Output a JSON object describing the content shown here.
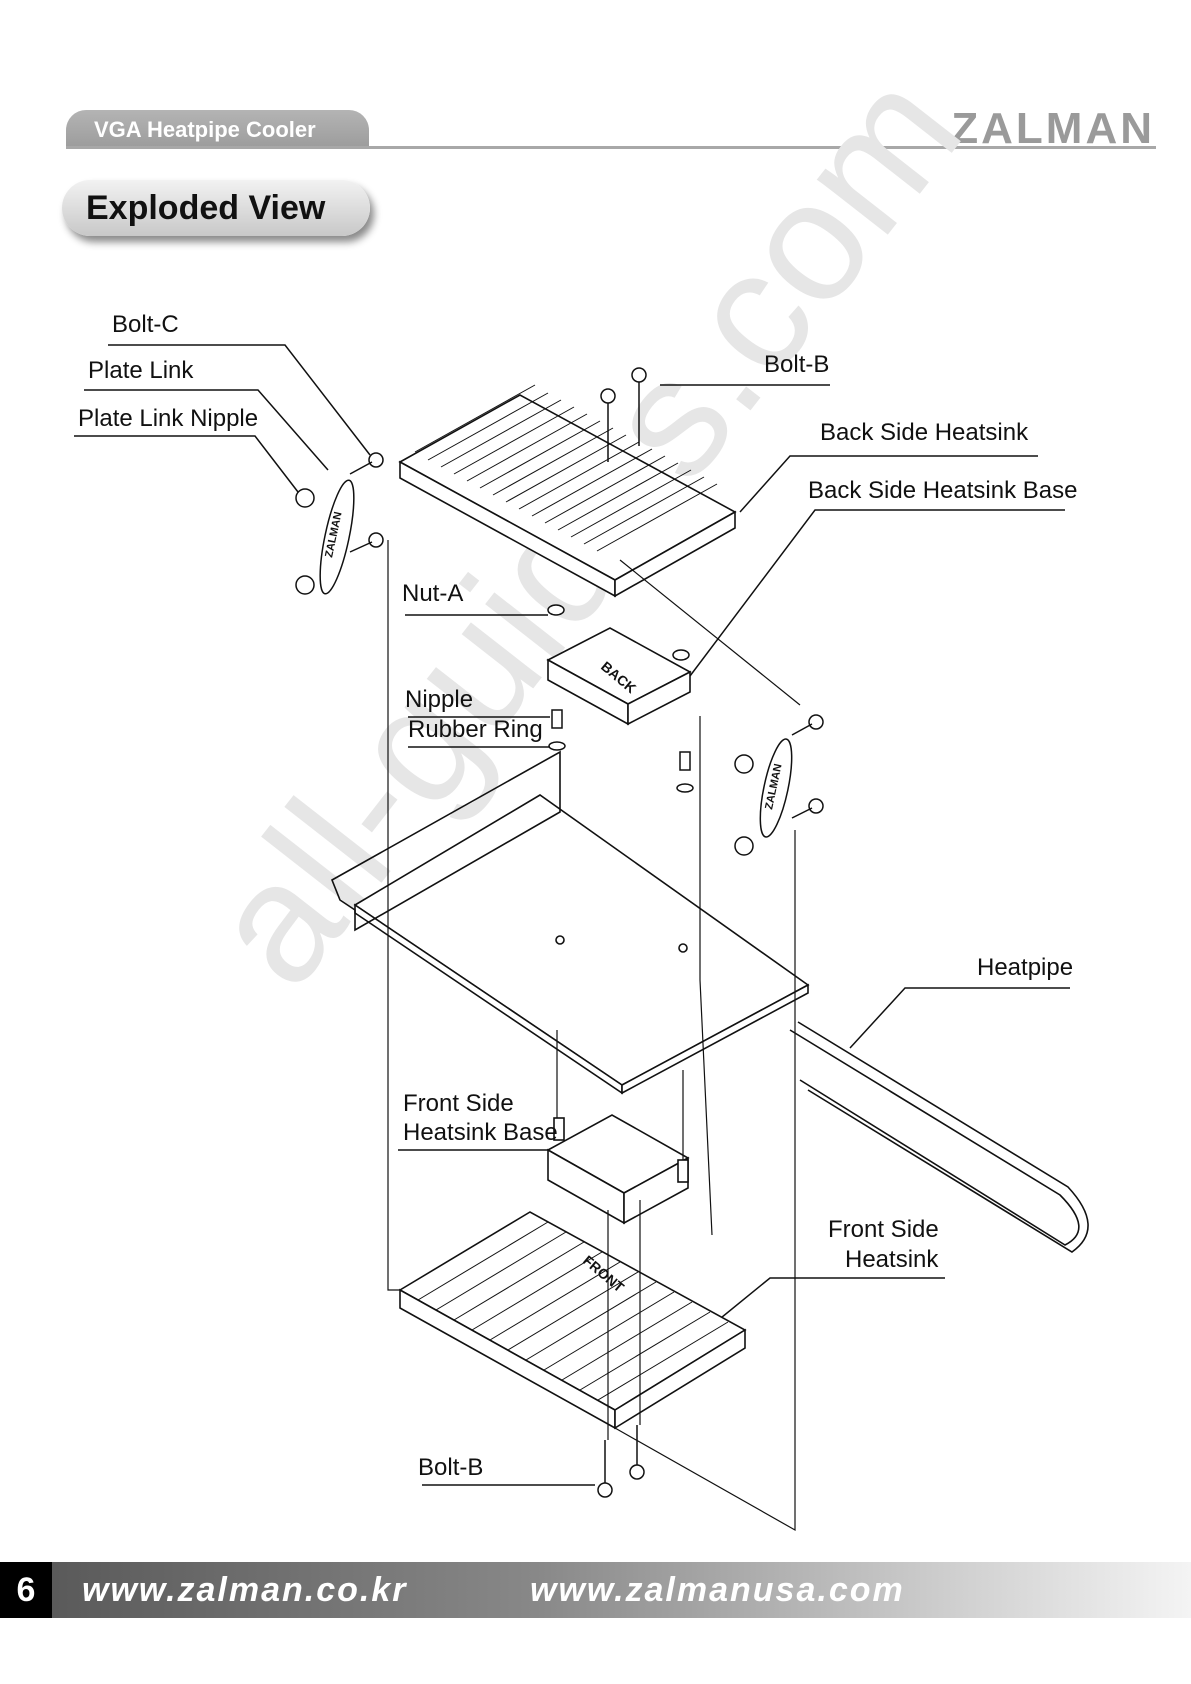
{
  "header": {
    "section": "VGA Heatpipe Cooler",
    "brand": "ZALMAN"
  },
  "title": "Exploded View",
  "watermark": "all-guides.com",
  "labels": {
    "bolt_c": "Bolt-C",
    "plate_link": "Plate Link",
    "plate_link_nipple": "Plate Link Nipple",
    "bolt_b_top": "Bolt-B",
    "back_side_heatsink": "Back Side Heatsink",
    "back_side_heatsink_base": "Back Side Heatsink Base",
    "nut_a": "Nut-A",
    "nipple": "Nipple",
    "rubber_ring": "Rubber Ring",
    "heatpipe": "Heatpipe",
    "front_side_heatsink_base_1": "Front Side",
    "front_side_heatsink_base_2": "Heatsink Base",
    "front_side_heatsink_1": "Front Side",
    "front_side_heatsink_2": "Heatsink",
    "bolt_b_bottom": "Bolt-B"
  },
  "parts_text": {
    "back_mark": "BACK",
    "front_mark": "FRONT",
    "plate_brand": "ZALMAN"
  },
  "footer": {
    "page": "6",
    "url1": "www.zalman.co.kr",
    "url2": "www.zalmanusa.com"
  }
}
